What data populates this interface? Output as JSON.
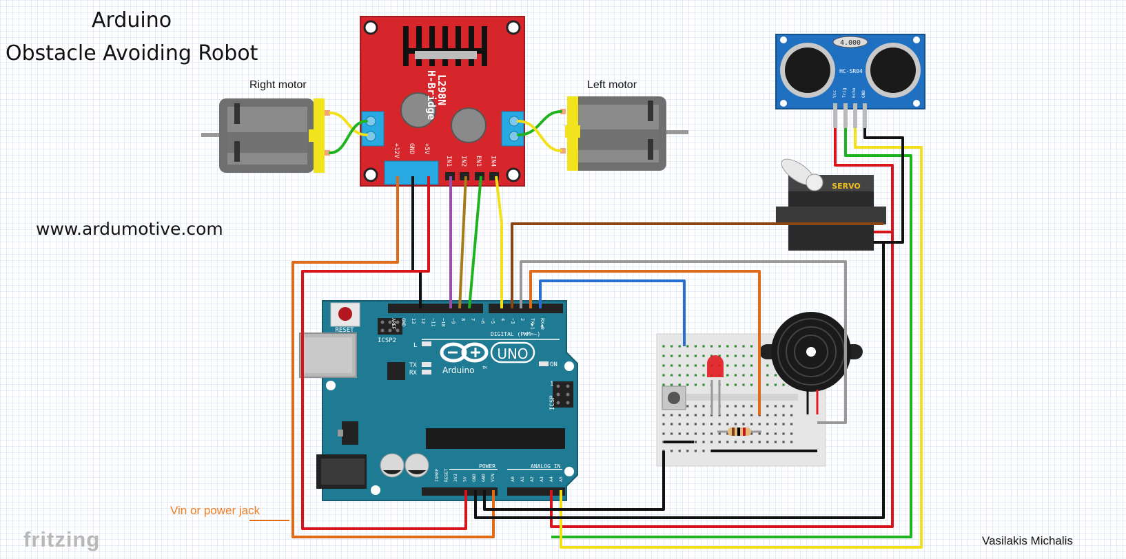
{
  "header": {
    "title_line1": "Arduino",
    "title_line2": "Obstacle Avoiding Robot",
    "website": "www.ardumotive.com"
  },
  "motors": {
    "right_label": "Right motor",
    "left_label": "Left motor"
  },
  "hbridge": {
    "name_line1": "L298N",
    "name_line2": "H-Bridge",
    "power_pins": [
      "+12V",
      "GND",
      "+5V"
    ],
    "control_pins": [
      "IN1",
      "IN2",
      "EN1",
      "IN4"
    ]
  },
  "sensor": {
    "crystal": "4.000",
    "model": "HC-SR04",
    "pins": [
      "Vcc",
      "Trig",
      "Echo",
      "GND"
    ]
  },
  "servo": {
    "label": "SERVO"
  },
  "arduino": {
    "reset": "RESET",
    "icsp2": "ICSP2",
    "icsp": "ICSP",
    "icsp_one": "1",
    "l": "L",
    "tx": "TX",
    "rx": "RX",
    "on": "ON",
    "uno": "UNO",
    "brand": "Arduino",
    "tm": "TM",
    "digital": "DIGITAL (PWM=~)",
    "power": "POWER",
    "analog": "ANALOG IN",
    "top_pins": [
      "AREF",
      "GND",
      "13",
      "12",
      "~11",
      "~10",
      "~9",
      "8",
      "7",
      "~6",
      "~5",
      "4",
      "~3",
      "2",
      "TX▶1",
      "RX◀0"
    ],
    "power_pins": [
      "IOREF",
      "RESET",
      "3V3",
      "5V",
      "GND",
      "GND",
      "VIN"
    ],
    "analog_pins": [
      "A0",
      "A1",
      "A2",
      "A3",
      "A4",
      "A5"
    ]
  },
  "notes": {
    "power_note": "Vin or power jack",
    "author": "Vasilakis Michalis",
    "logo": "fritzing"
  },
  "colors": {
    "hbridge_board": "#d7262b",
    "arduino_board": "#1f7b94",
    "sensor_board": "#1f70c1",
    "wire_red": "#d8141a",
    "wire_black": "#111111",
    "wire_green": "#1fb41f",
    "wire_yellow": "#f1e01a",
    "wire_orange": "#e06a16",
    "wire_brown": "#8b4513",
    "wire_purple": "#9b4da8",
    "wire_olive": "#a67c1a",
    "wire_blue": "#2a6fd0",
    "wire_gray": "#999999",
    "motor_gray": "#6f6f6f",
    "motor_yellow": "#f2e41c",
    "terminal_blue": "#27a9e1",
    "note_orange": "#ef7d22"
  }
}
